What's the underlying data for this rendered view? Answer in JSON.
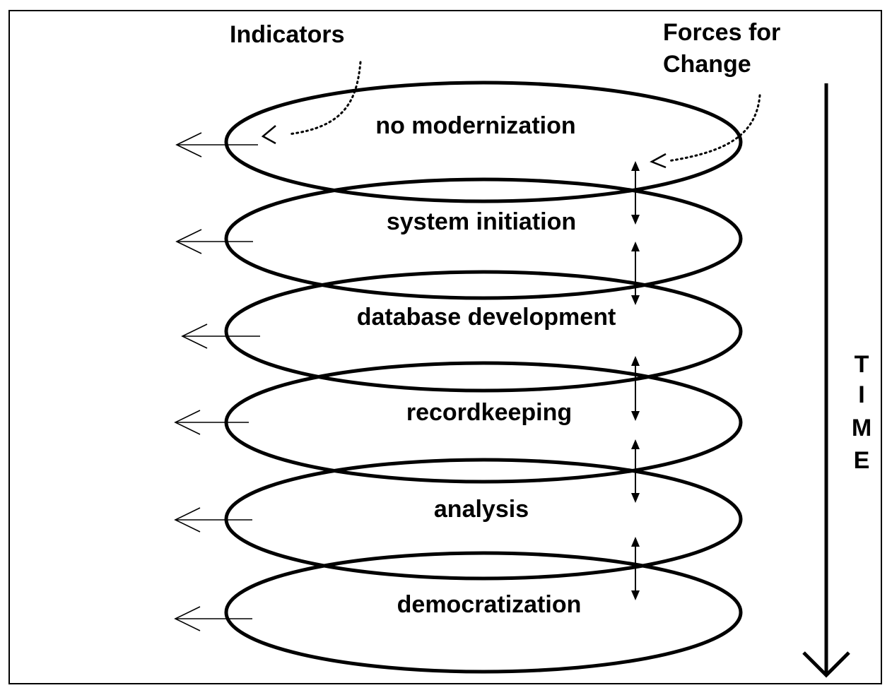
{
  "headers": {
    "indicators": "Indicators",
    "forces_line1": "Forces for",
    "forces_line2": "Change"
  },
  "stages": [
    {
      "label": "no modernization"
    },
    {
      "label": "system initiation"
    },
    {
      "label": "database development"
    },
    {
      "label": "recordkeeping"
    },
    {
      "label": "analysis"
    },
    {
      "label": "democratization"
    }
  ],
  "time_axis": {
    "letters": [
      "T",
      "I",
      "M",
      "E"
    ]
  }
}
